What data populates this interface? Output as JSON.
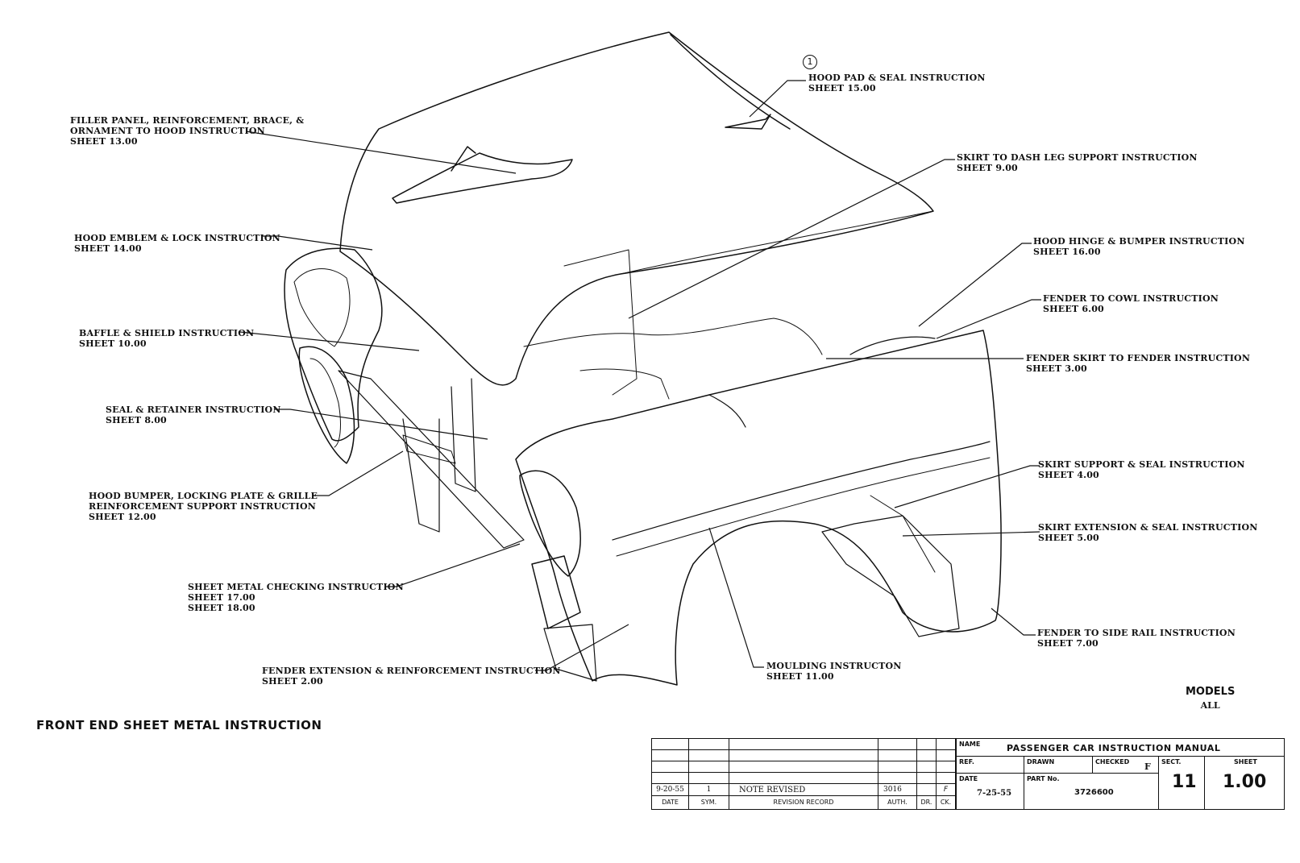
{
  "marker": "1",
  "labels": {
    "hood_pad": {
      "line1": "HOOD PAD & SEAL INSTRUCTION",
      "line2": "SHEET 15.00"
    },
    "filler_panel": {
      "line1": "FILLER PANEL, REINFORCEMENT, BRACE, &",
      "line2": "ORNAMENT TO HOOD INSTRUCTION",
      "line3": "SHEET 13.00"
    },
    "skirt_dash": {
      "line1": "SKIRT TO DASH LEG SUPPORT INSTRUCTION",
      "line2": "SHEET 9.00"
    },
    "hood_emblem": {
      "line1": "HOOD EMBLEM & LOCK INSTRUCTION",
      "line2": "SHEET 14.00"
    },
    "hood_hinge": {
      "line1": "HOOD HINGE & BUMPER INSTRUCTION",
      "line2": "SHEET 16.00"
    },
    "fender_cowl": {
      "line1": "FENDER TO COWL INSTRUCTION",
      "line2": "SHEET 6.00"
    },
    "baffle": {
      "line1": "BAFFLE & SHIELD INSTRUCTION",
      "line2": "SHEET 10.00"
    },
    "fender_skirt": {
      "line1": "FENDER SKIRT TO FENDER INSTRUCTION",
      "line2": "SHEET 3.00"
    },
    "seal_retainer": {
      "line1": "SEAL & RETAINER INSTRUCTION",
      "line2": "SHEET 8.00"
    },
    "skirt_support": {
      "line1": "SKIRT SUPPORT & SEAL INSTRUCTION",
      "line2": "SHEET 4.00"
    },
    "hood_bumper": {
      "line1": "HOOD BUMPER, LOCKING PLATE & GRILLE",
      "line2": "REINFORCEMENT SUPPORT INSTRUCTION",
      "line3": "SHEET 12.00"
    },
    "skirt_extension": {
      "line1": "SKIRT EXTENSION & SEAL INSTRUCTION",
      "line2": "SHEET 5.00"
    },
    "checking": {
      "line1": "SHEET METAL CHECKING INSTRUCTION",
      "line2": "SHEET 17.00",
      "line3": "SHEET 18.00"
    },
    "side_rail": {
      "line1": "FENDER TO SIDE RAIL INSTRUCTION",
      "line2": "SHEET 7.00"
    },
    "fender_extension": {
      "line1": "FENDER EXTENSION & REINFORCEMENT INSTRUCTION",
      "line2": "SHEET 2.00"
    },
    "moulding": {
      "line1": "MOULDING INSTRUCTON",
      "line2": "SHEET 11.00"
    }
  },
  "page_title": "FRONT END SHEET METAL INSTRUCTION",
  "models": {
    "heading": "MODELS",
    "value": "ALL"
  },
  "title_block": {
    "name_label": "NAME",
    "name_value": "PASSENGER CAR INSTRUCTION MANUAL",
    "ref_label": "REF.",
    "drawn_label": "DRAWN",
    "checked_label": "CHECKED",
    "checked_value": "F",
    "sect_label": "SECT.",
    "sect_value": "11",
    "sheet_label": "SHEET",
    "sheet_value": "1.00",
    "date_label": "DATE",
    "date_value": "7-25-55",
    "part_label": "PART No.",
    "part_value": "3726600",
    "revision": {
      "date": "9-20-55",
      "sym": "1",
      "record": "NOTE REVISED",
      "auth": "3016",
      "dr": "",
      "ck": "F"
    },
    "rev_headers": {
      "date": "DATE",
      "sym": "SYM.",
      "record": "REVISION RECORD",
      "auth": "AUTH.",
      "dr": "DR.",
      "ck": "CK."
    }
  }
}
